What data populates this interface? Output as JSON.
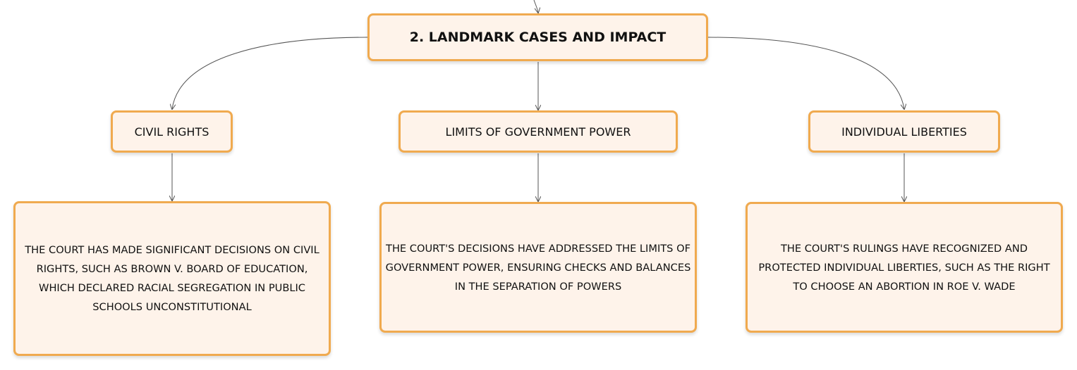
{
  "diagram": {
    "root": {
      "label": "2. LANDMARK CASES AND IMPACT"
    },
    "branches": [
      {
        "label": "CIVIL RIGHTS",
        "detail": "THE COURT HAS MADE SIGNIFICANT DECISIONS ON CIVIL RIGHTS, SUCH AS BROWN V. BOARD OF EDUCATION, WHICH DECLARED RACIAL SEGREGATION IN PUBLIC SCHOOLS UNCONSTITUTIONAL"
      },
      {
        "label": "LIMITS OF GOVERNMENT POWER",
        "detail": "THE COURT'S DECISIONS HAVE ADDRESSED THE LIMITS OF GOVERNMENT POWER, ENSURING CHECKS AND BALANCES IN THE SEPARATION OF POWERS"
      },
      {
        "label": "INDIVIDUAL LIBERTIES",
        "detail": "THE COURT'S RULINGS HAVE RECOGNIZED AND PROTECTED INDIVIDUAL LIBERTIES, SUCH AS THE RIGHT TO CHOOSE AN ABORTION IN ROE V. WADE"
      }
    ]
  },
  "colors": {
    "node_border": "#f0aa4f",
    "node_fill": "#fef3ea",
    "connector": "#555555"
  }
}
